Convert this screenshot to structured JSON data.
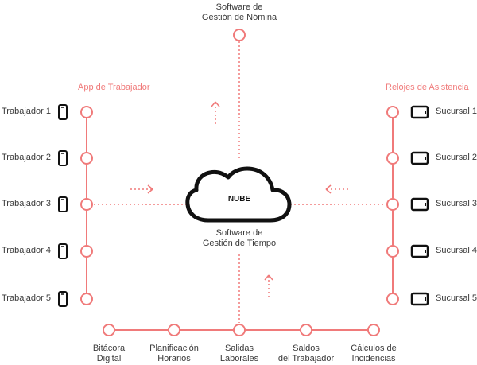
{
  "colors": {
    "accent": "#f07a7a",
    "text": "#3a3a3a",
    "icon": "#111111"
  },
  "top_system": "Software de\nGestión de Nómina",
  "cloud": {
    "label": "NUBE",
    "caption": "Software de\nGestión de Tiempo"
  },
  "left_group": {
    "title": "App de Trabajador",
    "icon": "smartphone-icon",
    "items": [
      "Trabajador 1",
      "Trabajador 2",
      "Trabajador 3",
      "Trabajador 4",
      "Trabajador 5"
    ]
  },
  "right_group": {
    "title": "Relojes de Asistencia",
    "icon": "time-clock-icon",
    "items": [
      "Sucursal 1",
      "Sucursal 2",
      "Sucursal 3",
      "Sucursal 4",
      "Sucursal 5"
    ]
  },
  "bottom_group": {
    "items": [
      "Bitácora\nDigital",
      "Planificación\nHorarios",
      "Salidas\nLaborales",
      "Saldos\ndel Trabajador",
      "Cálculos de\nIncidencias"
    ]
  }
}
